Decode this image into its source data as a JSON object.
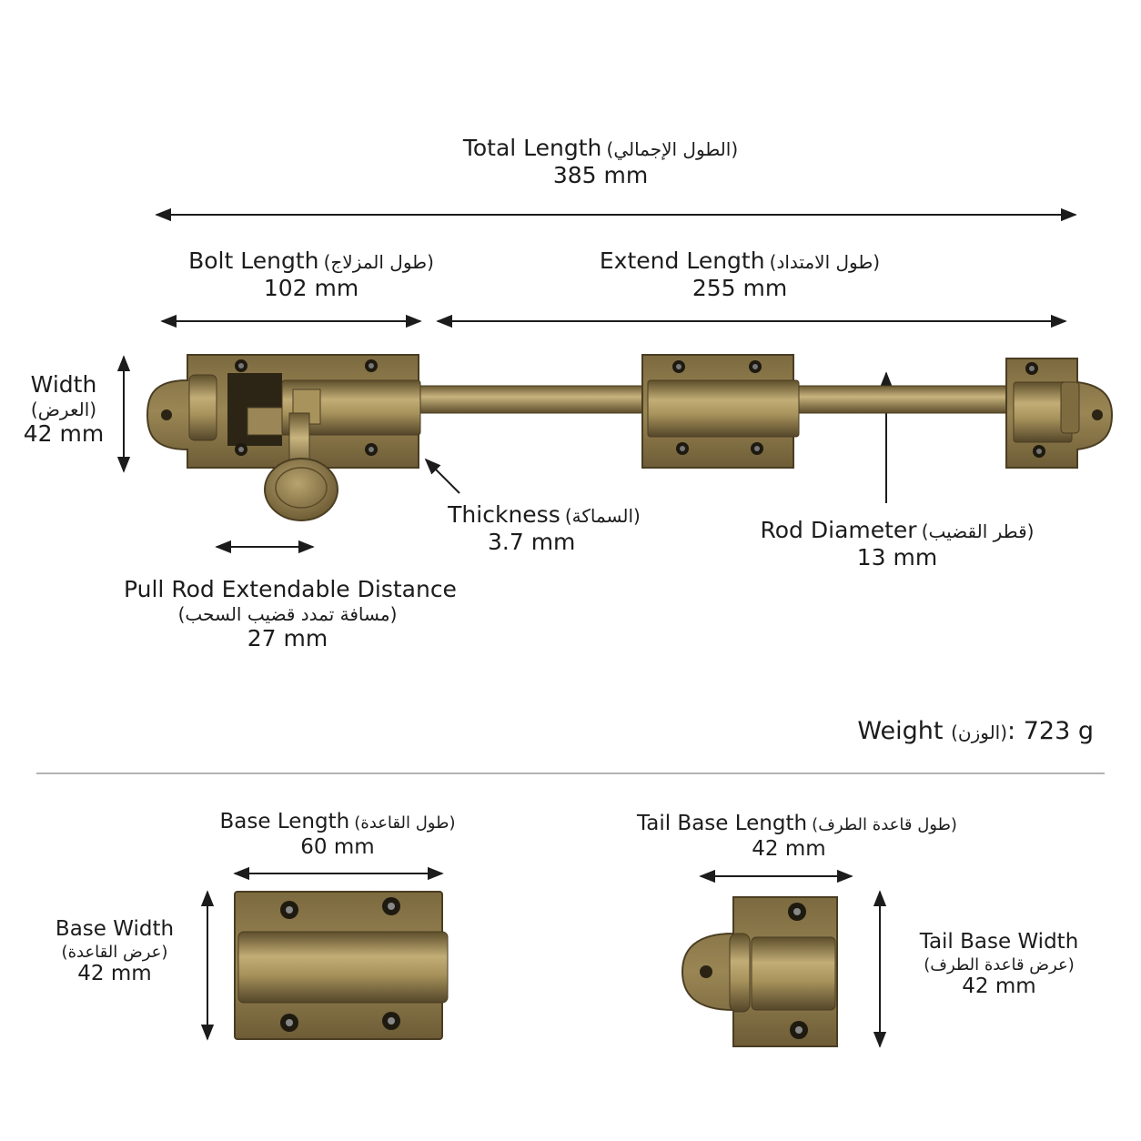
{
  "labels": {
    "total_length": {
      "en": "Total Length",
      "ar": "(الطول الإجمالي)",
      "value": "385 mm"
    },
    "bolt_length": {
      "en": "Bolt Length",
      "ar": "(طول المزلاج)",
      "value": "102 mm"
    },
    "extend_length": {
      "en": "Extend Length",
      "ar": "(طول الامتداد)",
      "value": "255 mm"
    },
    "width": {
      "en": "Width",
      "ar": "(العرض)",
      "value": "42 mm"
    },
    "thickness": {
      "en": "Thickness",
      "ar": "(السماكة)",
      "value": "3.7 mm"
    },
    "rod_diameter": {
      "en": "Rod Diameter",
      "ar": "(قطر القضيب)",
      "value": "13 mm"
    },
    "pull_rod": {
      "en": "Pull Rod Extendable Distance",
      "ar": "(مسافة تمدد قضيب السحب)",
      "value": "27 mm"
    },
    "weight": {
      "en": "Weight",
      "ar": "(الوزن)",
      "value": ": 723 g"
    },
    "base_length": {
      "en": "Base Length",
      "ar": "(طول القاعدة)",
      "value": "60 mm"
    },
    "base_width": {
      "en": "Base Width",
      "ar": "(عرض القاعدة)",
      "value": "42 mm"
    },
    "tail_base_length": {
      "en": "Tail Base Length",
      "ar": "(طول قاعدة الطرف)",
      "value": "42 mm"
    },
    "tail_base_width": {
      "en": "Tail Base Width",
      "ar": "(عرض قاعدة الطرف)",
      "value": "42 mm"
    }
  },
  "colors": {
    "brass_dark": "#5a4a2a",
    "brass_mid": "#8a7546",
    "brass_light": "#b9a46e",
    "arrow": "#1c1c1c",
    "divider": "#9a9a9a"
  }
}
